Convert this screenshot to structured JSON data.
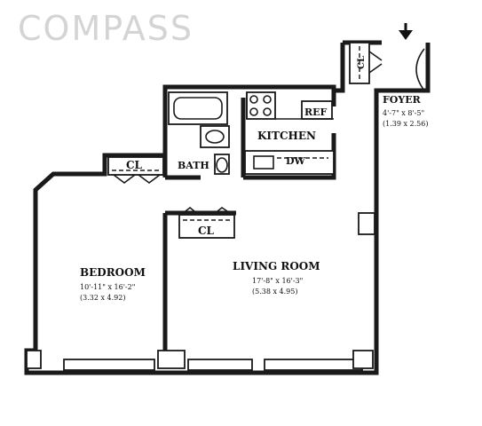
{
  "brand": {
    "logo_text": "COMPASS"
  },
  "rooms": {
    "foyer": {
      "name": "FOYER",
      "dim_ft": "4'-7\" x 8'-5\"",
      "dim_m": "(1.39 x 2.56)"
    },
    "kitchen": {
      "name": "KITCHEN"
    },
    "bath": {
      "name": "BATH"
    },
    "bedroom": {
      "name": "BEDROOM",
      "dim_ft": "10'-11\" x 16'-2\"",
      "dim_m": "(3.32 x 4.92)"
    },
    "living": {
      "name": "LIVING ROOM",
      "dim_ft": "17'-8\" x 16'-3\"",
      "dim_m": "(5.38 x 4.95)"
    }
  },
  "fixtures": {
    "closet_foyer": "CL",
    "closet_bedroom": "CL",
    "closet_living": "CL",
    "refrigerator": "REF",
    "dishwasher": "DW"
  },
  "icons": {
    "entry": "entry-arrow-icon"
  }
}
